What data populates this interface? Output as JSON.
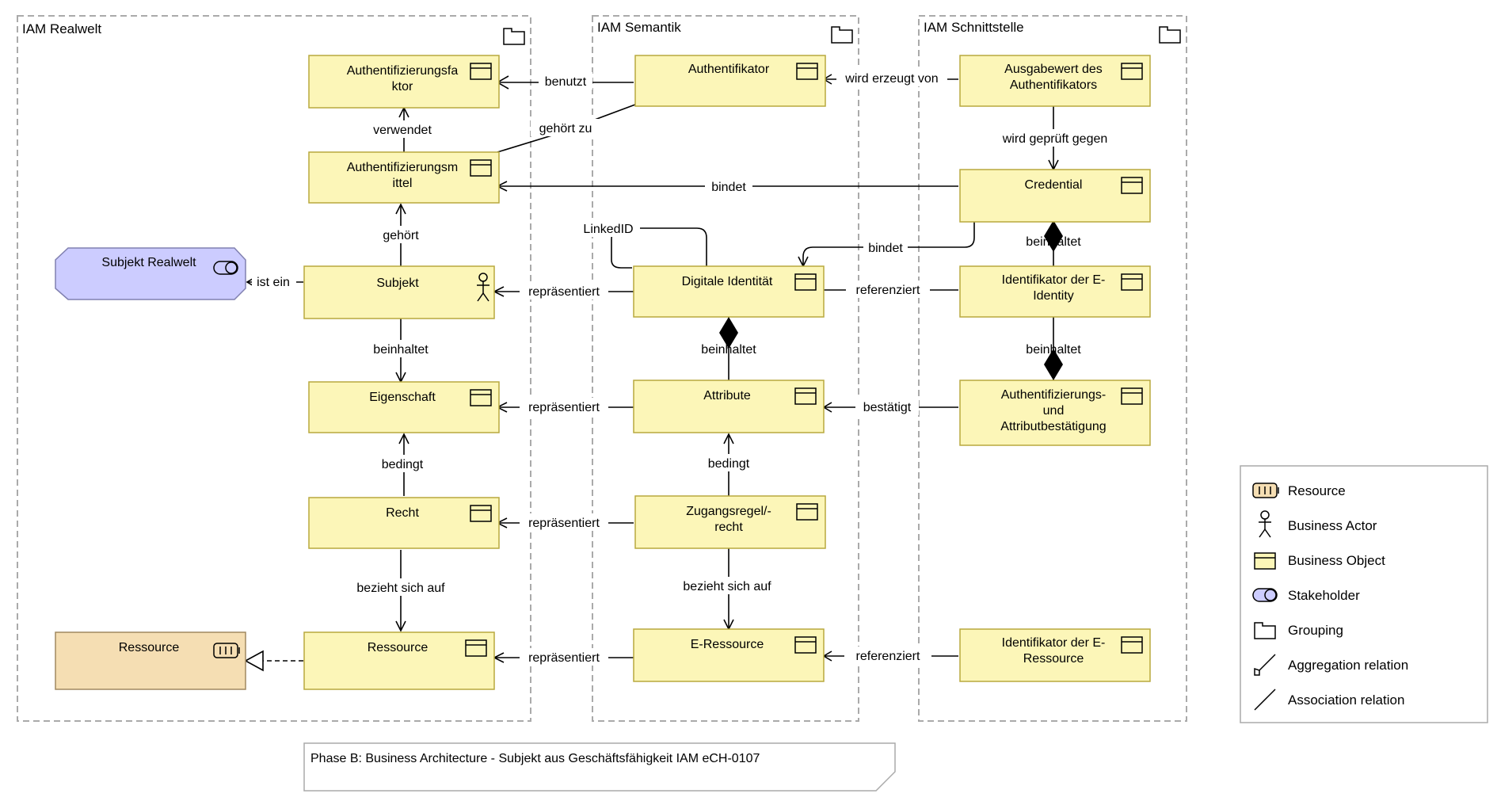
{
  "colors": {
    "business_object": "#fcf6b8",
    "business_object_border": "#b8a93e",
    "stakeholder": "#ccccff",
    "stakeholder_border": "#8080b0",
    "resource": "#f5deb3",
    "resource_border": "#a08860",
    "group_border": "#aaaaaa",
    "line": "#000000"
  },
  "groups": [
    {
      "id": "realwelt",
      "label": "IAM Realwelt"
    },
    {
      "id": "semantik",
      "label": "IAM Semantik"
    },
    {
      "id": "schnittstelle",
      "label": "IAM Schnittstelle"
    }
  ],
  "elements": {
    "authfaktor": {
      "lines": [
        "Authentifizierungsfa",
        "ktor"
      ],
      "type": "business-object"
    },
    "authmittel": {
      "lines": [
        "Authentifizierungsm",
        "ittel"
      ],
      "type": "business-object"
    },
    "subjekt": {
      "lines": [
        "Subjekt"
      ],
      "type": "business-actor"
    },
    "eigenschaft": {
      "lines": [
        "Eigenschaft"
      ],
      "type": "business-object"
    },
    "recht": {
      "lines": [
        "Recht"
      ],
      "type": "business-object"
    },
    "ressource_bo": {
      "lines": [
        "Ressource"
      ],
      "type": "business-object"
    },
    "subjekt_realwelt": {
      "lines": [
        "Subjekt Realwelt"
      ],
      "type": "stakeholder"
    },
    "ressource_res": {
      "lines": [
        "Ressource"
      ],
      "type": "resource"
    },
    "authentifikator": {
      "lines": [
        "Authentifikator"
      ],
      "type": "business-object"
    },
    "digitale_identitaet": {
      "lines": [
        "Digitale Identität"
      ],
      "type": "business-object"
    },
    "attribute": {
      "lines": [
        "Attribute"
      ],
      "type": "business-object"
    },
    "zugangsregel": {
      "lines": [
        "Zugangsregel/-",
        "recht"
      ],
      "type": "business-object"
    },
    "eressource": {
      "lines": [
        "E-Ressource"
      ],
      "type": "business-object"
    },
    "ausgabewert": {
      "lines": [
        "Ausgabewert des",
        "Authentifikators"
      ],
      "type": "business-object"
    },
    "credential": {
      "lines": [
        "Credential"
      ],
      "type": "business-object"
    },
    "identifikator_eid": {
      "lines": [
        "Identifikator der E-",
        "Identity"
      ],
      "type": "business-object"
    },
    "bestaetigung": {
      "lines": [
        "Authentifizierungs-",
        "und",
        "Attributbestätigung"
      ],
      "type": "business-object"
    },
    "identifikator_eres": {
      "lines": [
        "Identifikator der E-",
        "Ressource"
      ],
      "type": "business-object"
    }
  },
  "relations": {
    "benutzt": "benutzt",
    "wird_erzeugt_von": "wird erzeugt von",
    "verwendet": "verwendet",
    "gehoert_zu": "gehört zu",
    "wird_geprueft_gegen": "wird geprüft gegen",
    "bindet_1": "bindet",
    "gehoert": "gehört",
    "linkedid": "LinkedID",
    "bindet_2": "bindet",
    "beinhaltet_cred": "beinhaltet",
    "ist_ein": "ist ein",
    "repraesentiert_1": "repräsentiert",
    "referenziert_1": "referenziert",
    "beinhaltet_subj": "beinhaltet",
    "beinhaltet_di": "beinhaltet",
    "beinhaltet_eid": "beinhaltet",
    "repraesentiert_2": "repräsentiert",
    "bestaetigt": "bestätigt",
    "bedingt_1": "bedingt",
    "bedingt_2": "bedingt",
    "repraesentiert_3": "repräsentiert",
    "bezieht_1": "bezieht sich auf",
    "bezieht_2": "bezieht sich auf",
    "repraesentiert_4": "repräsentiert",
    "referenziert_2": "referenziert"
  },
  "caption": "Phase B: Business Architecture - Subjekt aus Geschäftsfähigkeit IAM eCH-0107",
  "legend": {
    "items": [
      {
        "label": "Resource",
        "icon": "resource-icon"
      },
      {
        "label": "Business Actor",
        "icon": "business-actor-icon"
      },
      {
        "label": "Business Object",
        "icon": "business-object-icon"
      },
      {
        "label": "Stakeholder",
        "icon": "stakeholder-icon"
      },
      {
        "label": "Grouping",
        "icon": "grouping-icon"
      },
      {
        "label": "Aggregation relation",
        "icon": "aggregation-relation-icon"
      },
      {
        "label": "Association relation",
        "icon": "association-relation-icon"
      }
    ]
  }
}
